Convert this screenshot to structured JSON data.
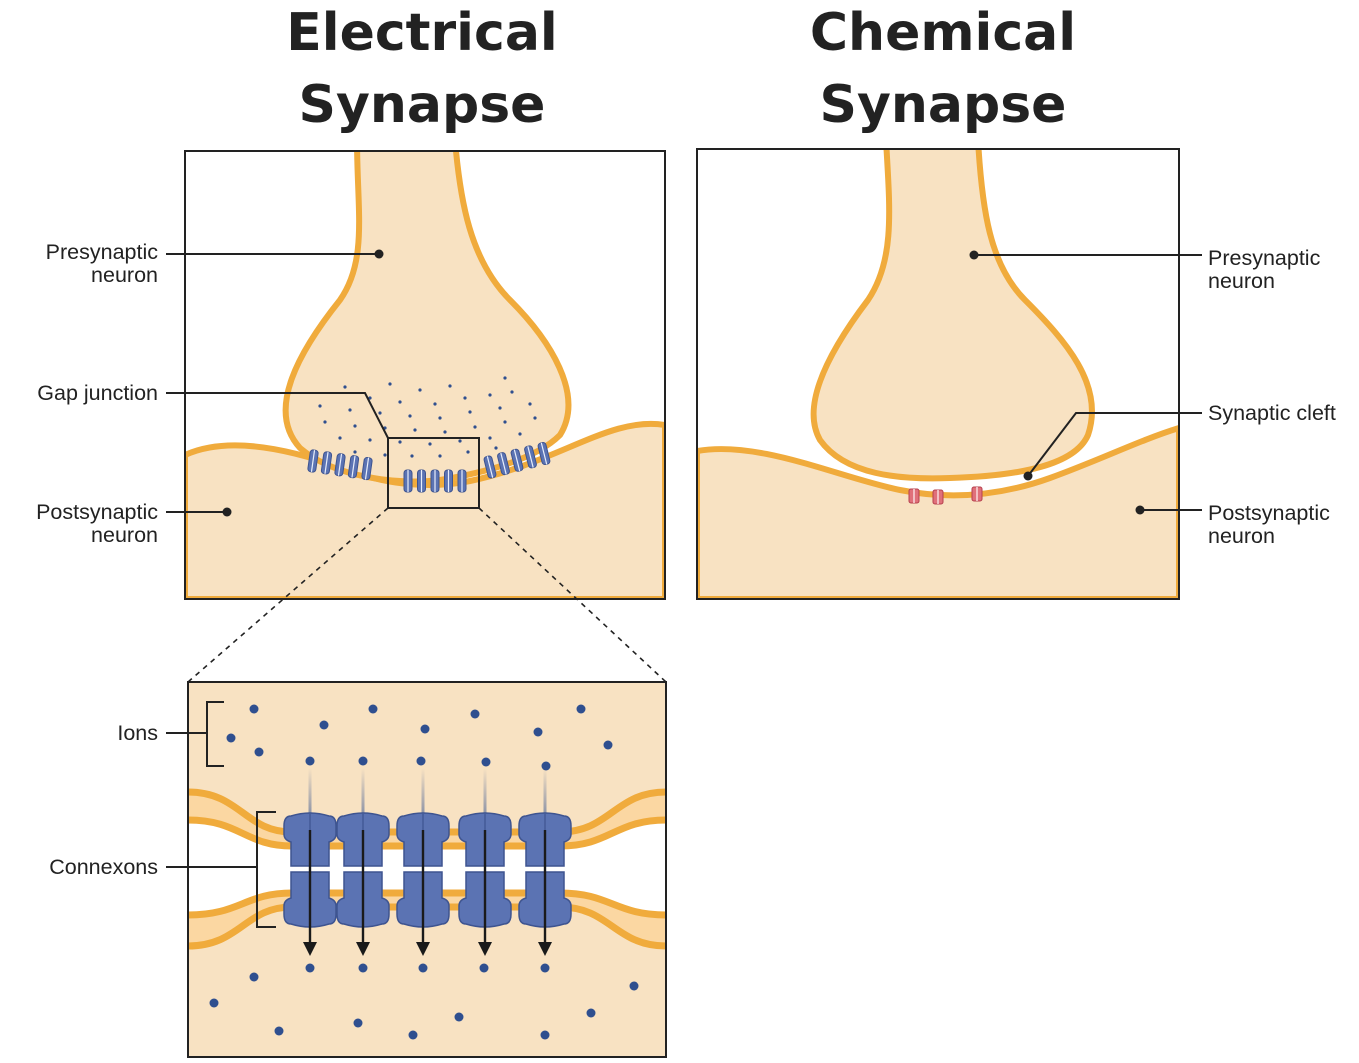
{
  "colors": {
    "cytoplasm": "#f8e2c2",
    "membrane": "#f0ab3c",
    "connexon": "#5b73b3",
    "connexon_dark": "#3e5490",
    "ion": "#2f4f8f",
    "receptor": "#e0707a",
    "ink": "#222222"
  },
  "electrical": {
    "title_line1": "Electrical",
    "title_line2": "Synapse",
    "labels": {
      "presynaptic_1": "Presynaptic",
      "presynaptic_2": "neuron",
      "gap_junction": "Gap junction",
      "postsynaptic_1": "Postsynaptic",
      "postsynaptic_2": "neuron"
    }
  },
  "chemical": {
    "title_line1": "Chemical",
    "title_line2": "Synapse",
    "labels": {
      "presynaptic_1": "Presynaptic",
      "presynaptic_2": "neuron",
      "synaptic_cleft": "Synaptic cleft",
      "postsynaptic_1": "Postsynaptic",
      "postsynaptic_2": "neuron"
    }
  },
  "inset": {
    "labels": {
      "ions": "Ions",
      "connexons": "Connexons"
    },
    "connexon_count": 5
  },
  "icons": [
    "connexon-channel-icon",
    "ion-icon",
    "arrow-down-icon",
    "neurotransmitter-receptor-icon"
  ]
}
